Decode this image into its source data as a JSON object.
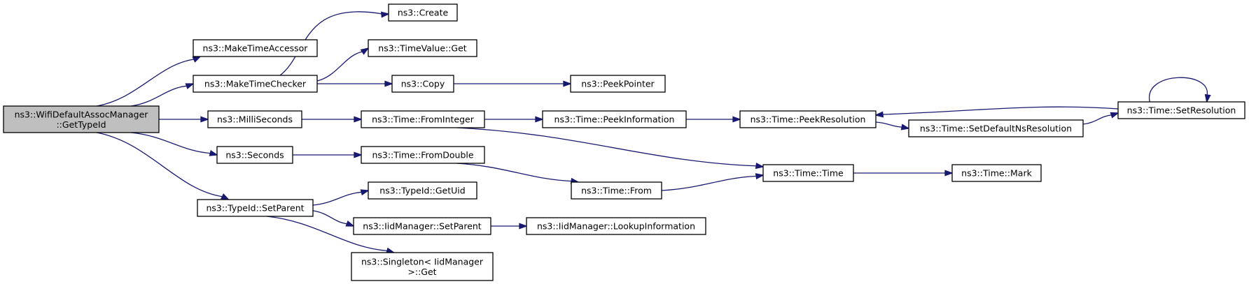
{
  "nodes": {
    "root": [
      "ns3::WifiDefaultAssocManager",
      "::GetTypeId"
    ],
    "make_time_accessor": "ns3::MakeTimeAccessor",
    "make_time_checker": "ns3::MakeTimeChecker",
    "milli_seconds": "ns3::MilliSeconds",
    "seconds": "ns3::Seconds",
    "typeid_set_parent": "ns3::TypeId::SetParent",
    "create": "ns3::Create",
    "timevalue_get": "ns3::TimeValue::Get",
    "copy": "ns3::Copy",
    "peek_pointer": "ns3::PeekPointer",
    "time_from_integer": "ns3::Time::FromInteger",
    "time_from_double": "ns3::Time::FromDouble",
    "time_peek_information": "ns3::Time::PeekInformation",
    "time_peek_resolution": "ns3::Time::PeekResolution",
    "time_set_default_ns_resolution": "ns3::Time::SetDefaultNsResolution",
    "time_set_resolution": "ns3::Time::SetResolution",
    "time_time": "ns3::Time::Time",
    "time_mark": "ns3::Time::Mark",
    "time_from": "ns3::Time::From",
    "typeid_get_uid": "ns3::TypeId::GetUid",
    "iid_manager_set_parent": "ns3::IidManager::SetParent",
    "iid_manager_lookup_information": "ns3::IidManager::LookupInformation",
    "singleton_get": [
      "ns3::Singleton< IidManager",
      ">::Get"
    ]
  },
  "edges": [
    [
      "root",
      "make_time_accessor"
    ],
    [
      "root",
      "make_time_checker"
    ],
    [
      "root",
      "milli_seconds"
    ],
    [
      "root",
      "seconds"
    ],
    [
      "root",
      "typeid_set_parent"
    ],
    [
      "make_time_checker",
      "create"
    ],
    [
      "make_time_checker",
      "timevalue_get"
    ],
    [
      "make_time_checker",
      "copy"
    ],
    [
      "copy",
      "peek_pointer"
    ],
    [
      "milli_seconds",
      "time_from_integer"
    ],
    [
      "time_from_integer",
      "time_peek_information"
    ],
    [
      "time_from_integer",
      "time_time"
    ],
    [
      "time_peek_information",
      "time_peek_resolution"
    ],
    [
      "time_peek_resolution",
      "time_set_default_ns_resolution"
    ],
    [
      "time_set_default_ns_resolution",
      "time_set_resolution"
    ],
    [
      "time_set_resolution",
      "time_peek_resolution"
    ],
    [
      "time_set_resolution",
      "time_set_resolution"
    ],
    [
      "seconds",
      "time_from_double"
    ],
    [
      "time_from_double",
      "time_from"
    ],
    [
      "time_from",
      "time_time"
    ],
    [
      "time_time",
      "time_mark"
    ],
    [
      "typeid_set_parent",
      "typeid_get_uid"
    ],
    [
      "typeid_set_parent",
      "iid_manager_set_parent"
    ],
    [
      "typeid_set_parent",
      "singleton_get"
    ],
    [
      "iid_manager_set_parent",
      "iid_manager_lookup_information"
    ]
  ]
}
